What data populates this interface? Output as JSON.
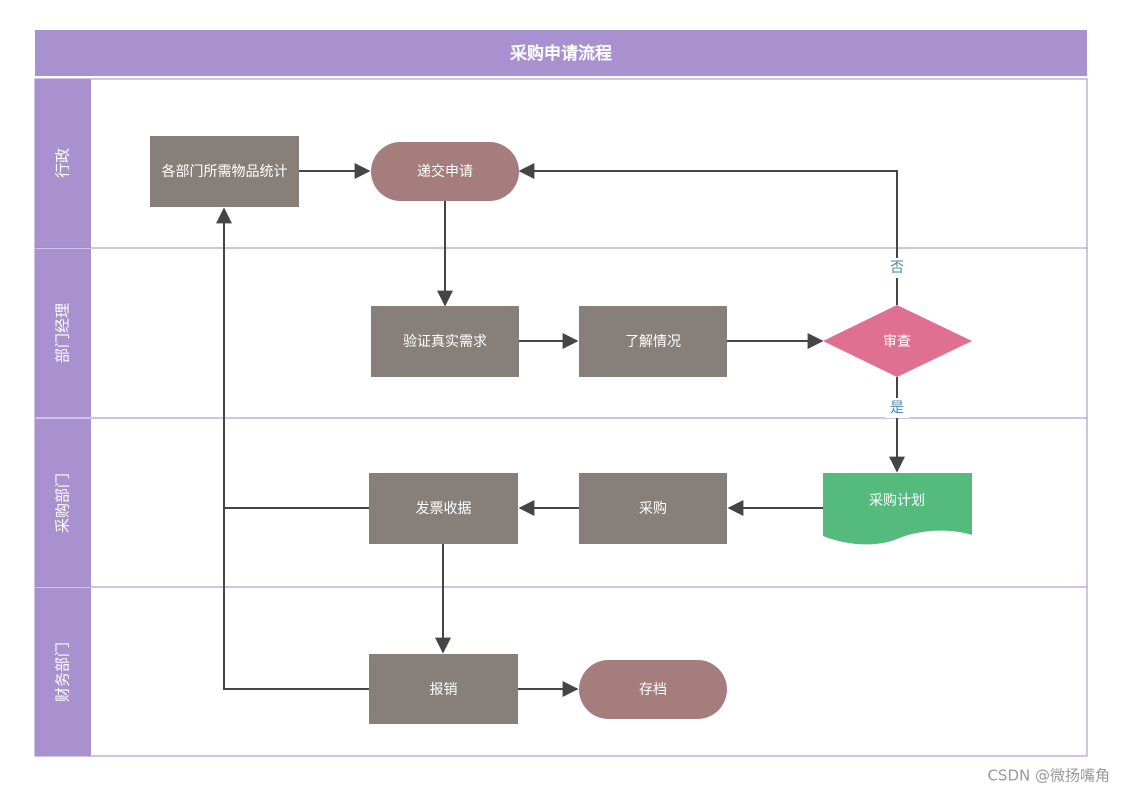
{
  "title": "采购申请流程",
  "colors": {
    "header": "#a991cf",
    "lane_label": "#a991cf",
    "lane_border": "#9d8ac8",
    "process": "#877f7a",
    "terminal": "#a57d7d",
    "decision": "#e07092",
    "document": "#55bb7d",
    "edge": "#454545",
    "edge_label": "#4a86b0"
  },
  "lanes": [
    {
      "id": "lane-xingzheng",
      "label": "行政"
    },
    {
      "id": "lane-bumen-jingli",
      "label": "部门经理"
    },
    {
      "id": "lane-caigou-bumen",
      "label": "采购部门"
    },
    {
      "id": "lane-caiwu-bumen",
      "label": "财务部门"
    }
  ],
  "nodes": [
    {
      "id": "tongji",
      "shape": "process",
      "label": "各部门所需物品统计"
    },
    {
      "id": "dijiao",
      "shape": "terminal",
      "label": "递交申请"
    },
    {
      "id": "yanzheng",
      "shape": "process",
      "label": "验证真实需求"
    },
    {
      "id": "liaojie",
      "shape": "process",
      "label": "了解情况"
    },
    {
      "id": "shencha",
      "shape": "decision",
      "label": "审查"
    },
    {
      "id": "jihua",
      "shape": "document",
      "label": "采购计划"
    },
    {
      "id": "caigou",
      "shape": "process",
      "label": "采购"
    },
    {
      "id": "fapiao",
      "shape": "process",
      "label": "发票收据"
    },
    {
      "id": "baoxiao",
      "shape": "process",
      "label": "报销"
    },
    {
      "id": "cundang",
      "shape": "terminal",
      "label": "存档"
    }
  ],
  "edges": [
    {
      "from": "tongji",
      "to": "dijiao",
      "label": ""
    },
    {
      "from": "dijiao",
      "to": "yanzheng",
      "label": ""
    },
    {
      "from": "yanzheng",
      "to": "liaojie",
      "label": ""
    },
    {
      "from": "liaojie",
      "to": "shencha",
      "label": ""
    },
    {
      "from": "shencha",
      "to": "dijiao",
      "label": "否"
    },
    {
      "from": "shencha",
      "to": "jihua",
      "label": "是"
    },
    {
      "from": "jihua",
      "to": "caigou",
      "label": ""
    },
    {
      "from": "caigou",
      "to": "fapiao",
      "label": ""
    },
    {
      "from": "fapiao",
      "to": "baoxiao",
      "label": ""
    },
    {
      "from": "fapiao",
      "to": "tongji",
      "label": ""
    },
    {
      "from": "baoxiao",
      "to": "cundang",
      "label": ""
    },
    {
      "from": "baoxiao",
      "to": "tongji",
      "label": ""
    }
  ],
  "watermark": "CSDN @微扬嘴角"
}
